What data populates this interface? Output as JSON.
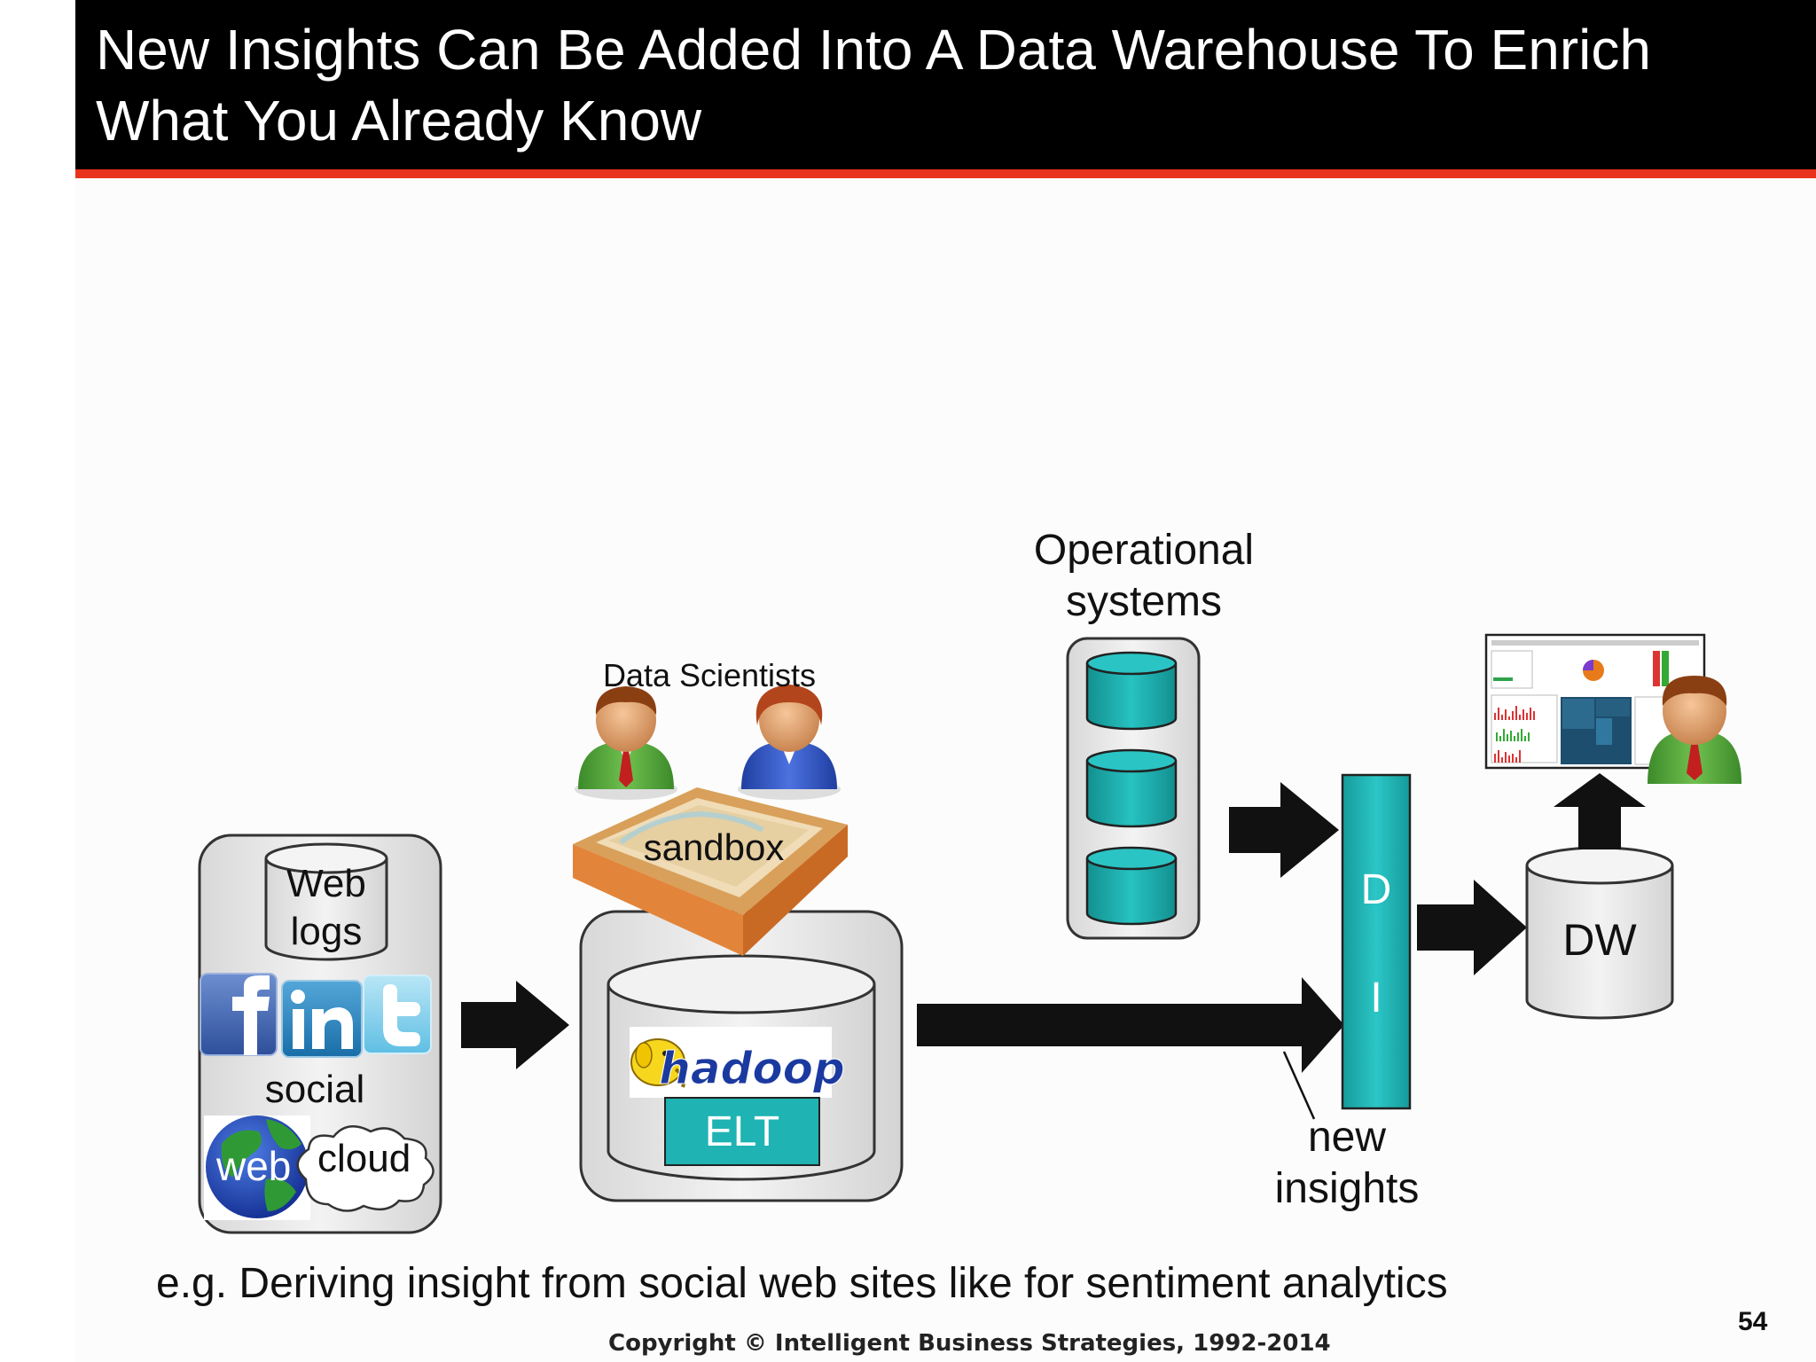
{
  "slide": {
    "title": "New Insights Can Be Added Into A Data Warehouse To Enrich What You Already Know",
    "caption": "e.g. Deriving insight from social web sites like for sentiment analytics",
    "copyright": "Copyright © Intelligent Business Strategies, 1992-2014",
    "page_number": "54"
  },
  "diagram": {
    "sources": {
      "weblogs_line1": "Web",
      "weblogs_line2": "logs",
      "social_label": "social",
      "web_label": "web",
      "cloud_label": "cloud",
      "social_icons": [
        "facebook-icon",
        "linkedin-icon",
        "twitter-icon"
      ]
    },
    "data_scientists_label": "Data Scientists",
    "sandbox_label": "sandbox",
    "hadoop_label": "hadoop",
    "elt_label": "ELT",
    "operational_line1": "Operational",
    "operational_line2": "systems",
    "di_letter1": "D",
    "di_letter2": "I",
    "new_insights_line1": "new",
    "new_insights_line2": "insights",
    "dw_label": "DW",
    "colors": {
      "teal": "#1fb3b3",
      "teal_dark": "#0e7f7f",
      "title_bar": "#000000",
      "accent_red": "#e8321c",
      "arrow": "#111111",
      "container_grey": "#e6e6e6"
    }
  }
}
